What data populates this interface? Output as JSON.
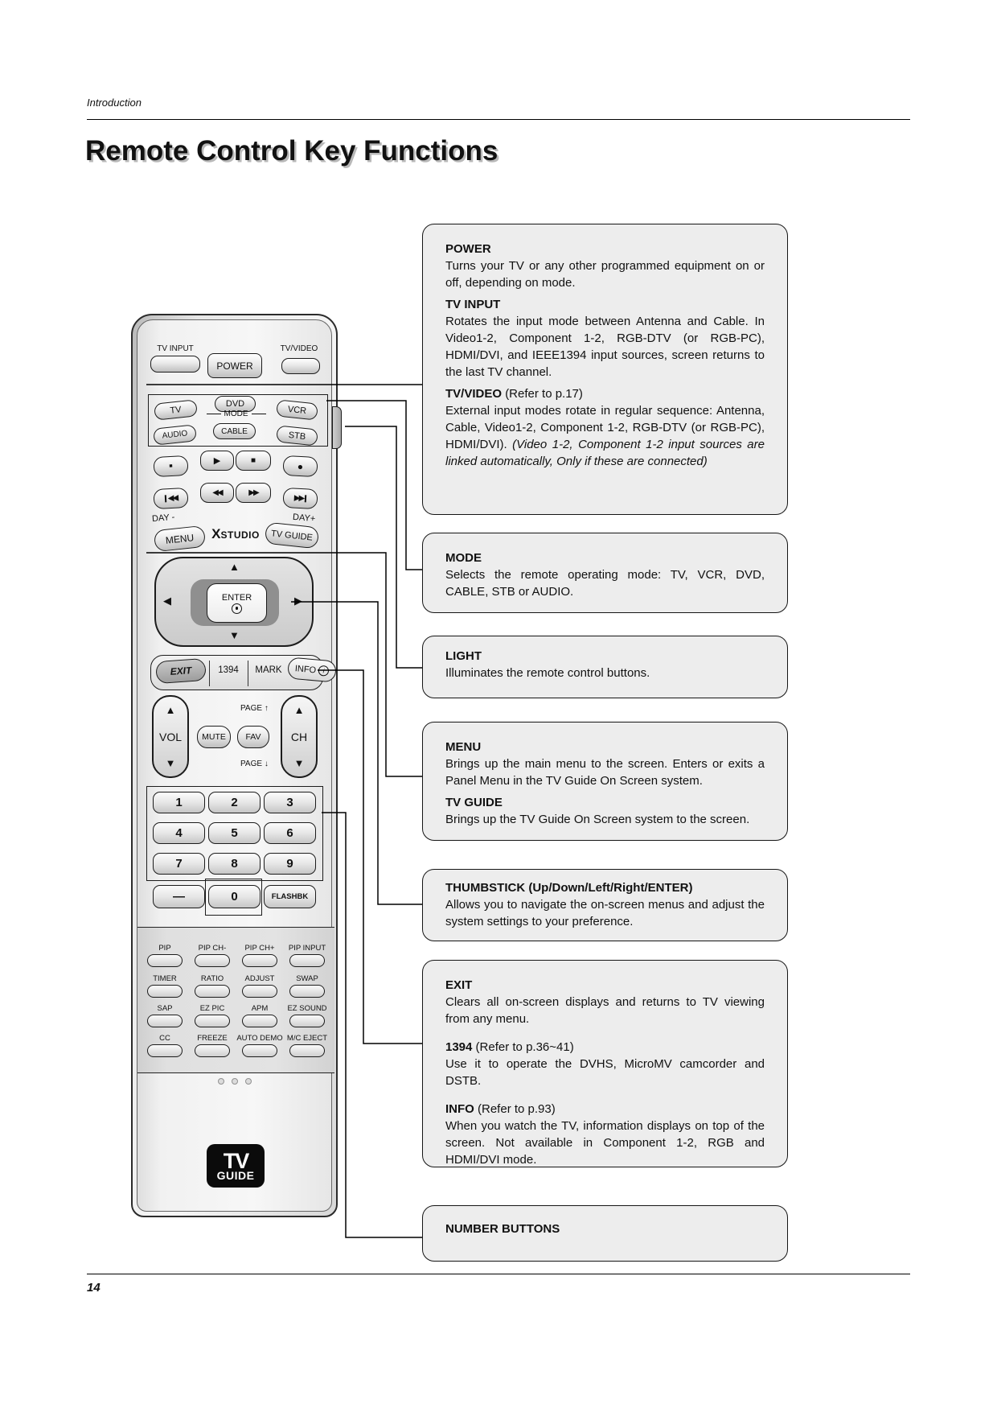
{
  "page": {
    "section_label": "Introduction",
    "title": "Remote Control Key Functions",
    "page_number": "14"
  },
  "remote": {
    "top_row": {
      "tv_input_label": "TV INPUT",
      "power_label": "POWER",
      "tv_video_label": "TV/VIDEO"
    },
    "mode_section": {
      "label": "MODE",
      "row1": [
        "TV",
        "DVD",
        "VCR"
      ],
      "row2": [
        "AUDIO",
        "CABLE",
        "STB"
      ]
    },
    "transport": {
      "row1_glyphs": [
        "■",
        "▶",
        "■",
        "●"
      ],
      "row2_glyphs": [
        "◀◀",
        "◀◀",
        "▶▶",
        "▶▶"
      ],
      "day_minus": "DAY -",
      "day_plus": "DAY+"
    },
    "menu_row": {
      "menu_label": "MENU",
      "brand_x": "X",
      "brand_rest": "STUDIO",
      "tv_guide_label": "TV GUIDE"
    },
    "thumbstick": {
      "up": "▲",
      "down": "▼",
      "left": "◀",
      "right": "▶",
      "enter_label": "ENTER"
    },
    "utility_row": {
      "exit": "EXIT",
      "b1394": "1394",
      "mark": "MARK",
      "info": "INFO",
      "info_symbol": "i"
    },
    "volume": {
      "up": "▲",
      "label": "VOL",
      "down": "▼"
    },
    "channel": {
      "up": "▲",
      "label": "CH",
      "down": "▼"
    },
    "center_keys": {
      "mute": "MUTE",
      "fav": "FAV",
      "page_up": "PAGE",
      "page_up_icon": "↑",
      "page_down": "PAGE",
      "page_down_icon": "↓"
    },
    "keypad": {
      "digits": [
        "1",
        "2",
        "3",
        "4",
        "5",
        "6",
        "7",
        "8",
        "9"
      ],
      "dash": "—",
      "zero": "0",
      "flashbk": "FLASHBK"
    },
    "pip_grid": [
      [
        "PIP",
        "PIP CH-",
        "PIP CH+",
        "PIP INPUT"
      ],
      [
        "TIMER",
        "RATIO",
        "ADJUST",
        "SWAP"
      ],
      [
        "SAP",
        "EZ PIC",
        "APM",
        "EZ SOUND"
      ],
      [
        "CC",
        "FREEZE",
        "AUTO DEMO",
        "M/C EJECT"
      ]
    ],
    "logo": {
      "top": "TV",
      "bottom": "GUIDE"
    }
  },
  "callouts": {
    "power_box": {
      "power_title": "POWER",
      "power_body": "Turns your TV or any other programmed equipment on or off, depending on mode.",
      "tv_input_title": "TV INPUT",
      "tv_input_body": "Rotates the input mode between Antenna and Cable. In Video1-2, Component 1-2, RGB-DTV (or RGB-PC), HDMI/DVI, and IEEE1394 input sources, screen returns to the last TV channel.",
      "tv_video_title": "TV/VIDEO",
      "tv_video_suffix": "(Refer to p.17)",
      "tv_video_body": "External input modes rotate in regular sequence: Antenna, Cable, Video1-2, Component 1-2, RGB-DTV (or RGB-PC), HDMI/DVI). ",
      "tv_video_note": "(Video 1-2, Component 1-2 input sources are linked automatically, Only if these are connected)"
    },
    "mode_box": {
      "title": "MODE",
      "body": "Selects the remote operating mode: TV, VCR, DVD, CABLE, STB or AUDIO."
    },
    "light_box": {
      "title": "LIGHT",
      "body": "Illuminates the remote control buttons."
    },
    "menu_box": {
      "menu_title": "MENU",
      "menu_body": "Brings up the main menu to the screen. Enters or exits a Panel Menu in the TV Guide On Screen system.",
      "tv_guide_title": "TV GUIDE",
      "tv_guide_body": "Brings up the TV Guide On Screen system to the screen."
    },
    "thumbstick_box": {
      "title": "THUMBSTICK (Up/Down/Left/Right/ENTER)",
      "body": "Allows you to navigate the on-screen menus and adjust the system settings to your preference."
    },
    "exit_box": {
      "exit_title": "EXIT",
      "exit_body": "Clears all on-screen displays and returns to TV viewing from any menu.",
      "b1394_title": "1394",
      "b1394_suffix": "(Refer to p.36~41)",
      "b1394_body": "Use it to operate the DVHS, MicroMV camcorder and DSTB.",
      "info_title": "INFO",
      "info_suffix": "(Refer to p.93)",
      "info_body": "When you watch the TV, information displays on top of the screen. Not available in Component 1-2, RGB and HDMI/DVI mode."
    },
    "number_box": {
      "title": "NUMBER BUTTONS"
    }
  }
}
